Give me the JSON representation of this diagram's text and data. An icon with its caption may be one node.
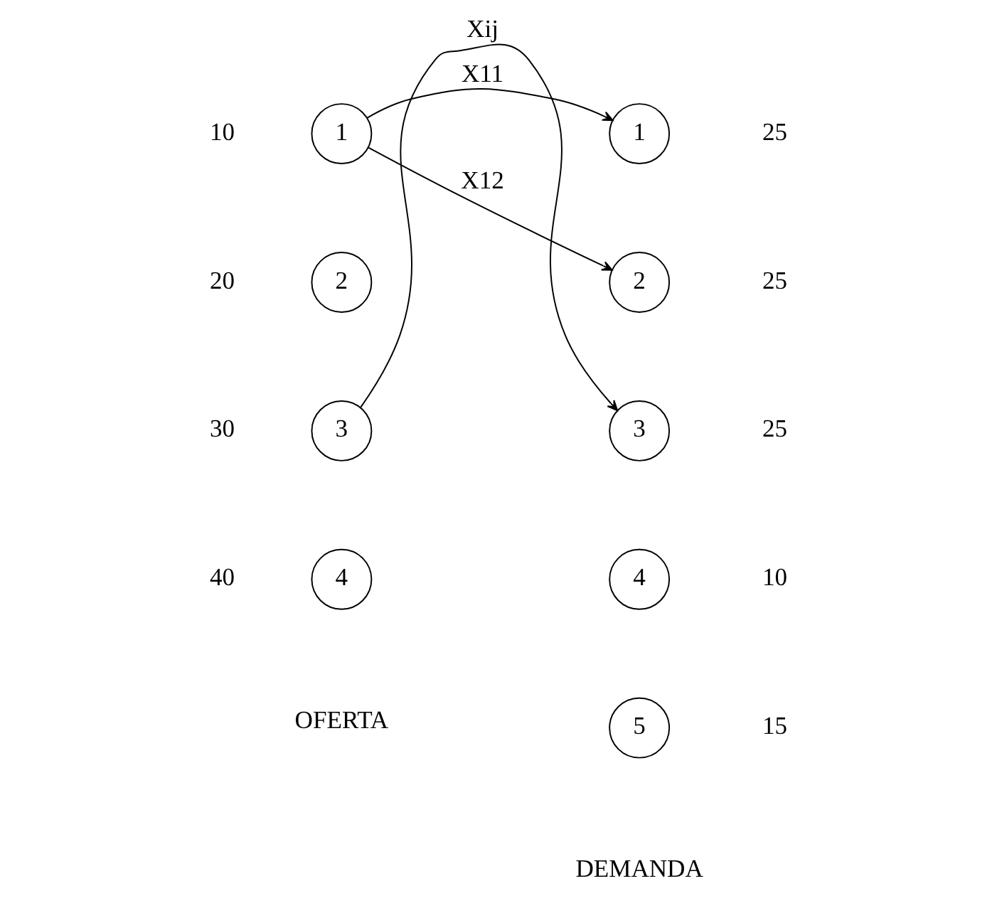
{
  "diagram": {
    "nodes": [
      {
        "text": [
          "1"
        ],
        "beside": [
          "10"
        ]
      },
      {
        "text": [
          "2"
        ],
        "beside": [
          "20"
        ]
      },
      {
        "text": [
          "3"
        ],
        "beside": [
          "30"
        ]
      },
      {
        "text": [
          "4"
        ],
        "beside": [
          "40"
        ]
      },
      {
        "text": [
          "1"
        ],
        "beside": [
          "25"
        ]
      },
      {
        "text": [
          "2"
        ],
        "beside": [
          "25"
        ]
      },
      {
        "text": [
          "3"
        ],
        "beside": [
          "25"
        ]
      },
      {
        "text": [
          "4"
        ],
        "beside": [
          "10"
        ]
      },
      {
        "text": [
          "5"
        ],
        "beside": [
          "15"
        ]
      }
    ],
    "edges": [
      {
        "from": 0,
        "to": 4,
        "arrow": "to",
        "label": "X11"
      },
      {
        "from": 0,
        "to": 5,
        "arrow": "to",
        "label": "X12"
      },
      {
        "from": 2,
        "to": 6,
        "arrow": "to",
        "label": "Xij"
      }
    ],
    "labels": [
      "OFERTA",
      "DEMANDA"
    ]
  }
}
